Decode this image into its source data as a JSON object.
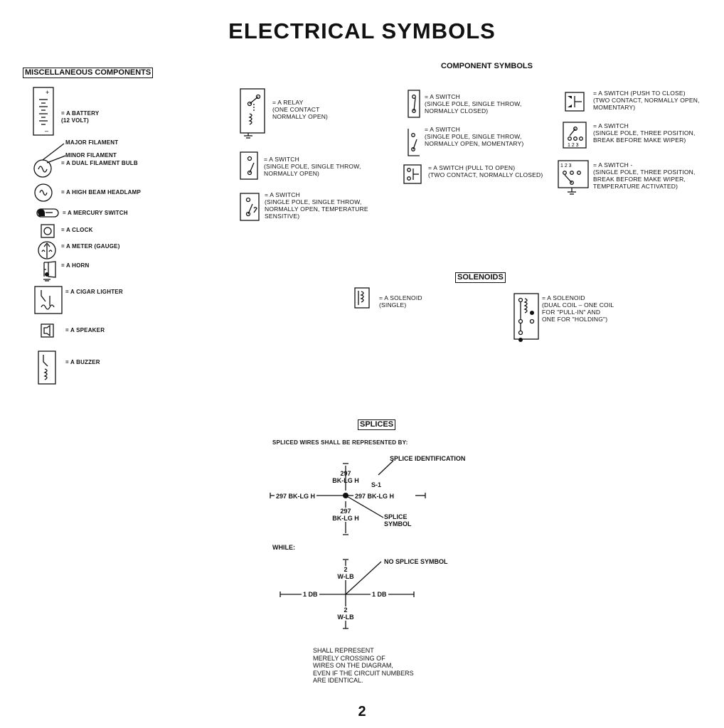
{
  "title": "ELECTRICAL SYMBOLS",
  "sections": {
    "misc": "MISCELLANEOUS COMPONENTS",
    "component": "COMPONENT SYMBOLS",
    "solenoids": "SOLENOIDS",
    "splices": "SPLICES"
  },
  "misc_items": {
    "battery": "= A BATTERY\n(12 VOLT)",
    "major_filament": "MAJOR FILAMENT",
    "minor_filament": "MINOR FILAMENT",
    "dual_bulb": "= A DUAL FILAMENT BULB",
    "headlamp": "= A HIGH BEAM HEADLAMP",
    "mercury": "= A MERCURY SWITCH",
    "clock": "= A CLOCK",
    "meter": "= A METER (GAUGE)",
    "horn": "= A HORN",
    "cigar": "= A CIGAR LIGHTER",
    "speaker": "= A SPEAKER",
    "buzzer": "= A BUZZER"
  },
  "col2_items": {
    "relay": "= A RELAY\n(ONE CONTACT\nNORMALLY OPEN)",
    "switch_no": "= A SWITCH\n(SINGLE POLE, SINGLE THROW,\nNORMALLY OPEN)",
    "switch_temp": "= A SWITCH\n(SINGLE POLE, SINGLE THROW,\nNORMALLY OPEN, TEMPERATURE\nSENSITIVE)"
  },
  "col3_items": {
    "switch_nc": "= A SWITCH\n(SINGLE POLE, SINGLE THROW,\nNORMALLY CLOSED)",
    "switch_mom": "= A SWITCH\n(SINGLE POLE, SINGLE THROW,\nNORMALLY OPEN, MOMENTARY)",
    "switch_pull": "= A SWITCH (PULL TO OPEN)\n(TWO CONTACT, NORMALLY CLOSED)"
  },
  "col4_items": {
    "switch_push": "= A SWITCH (PUSH TO CLOSE)\n(TWO CONTACT, NORMALLY OPEN,\nMOMENTARY)",
    "switch_three": "= A SWITCH\n(SINGLE POLE, THREE POSITION,\nBREAK BEFORE MAKE WIPER)",
    "switch_three_temp": "= A SWITCH -\n(SINGLE POLE, THREE POSITION,\nBREAK BEFORE MAKE WIPER,\nTEMPERATURE ACTIVATED)"
  },
  "solenoid_items": {
    "single": "= A SOLENOID\n(SINGLE)",
    "dual": "= A SOLENOID\n(DUAL COIL – ONE COIL\nFOR \"PULL-IN\" AND\nONE FOR \"HOLDING\")"
  },
  "splices": {
    "intro": "SPLICED WIRES SHALL BE REPRESENTED BY:",
    "splice_id": "SPLICE IDENTIFICATION",
    "s1": "S-1",
    "top_label": "297\nBK-LG H",
    "left_label": "297 BK-LG H",
    "right_label": "297 BK-LG H",
    "bottom_label": "297\nBK-LG H",
    "splice_symbol": "SPLICE\nSYMBOL",
    "while": "WHILE:",
    "no_splice": "NO SPLICE SYMBOL",
    "cross_top": "2\nW-LB",
    "cross_left": "1 DB",
    "cross_right": "1 DB",
    "cross_bottom": "2\nW-LB",
    "note": "SHALL REPRESENT\nMERELY CROSSING OF\nWIRES ON THE DIAGRAM,\nEVEN IF THE CIRCUIT NUMBERS\nARE IDENTICAL."
  },
  "page_number": "2"
}
